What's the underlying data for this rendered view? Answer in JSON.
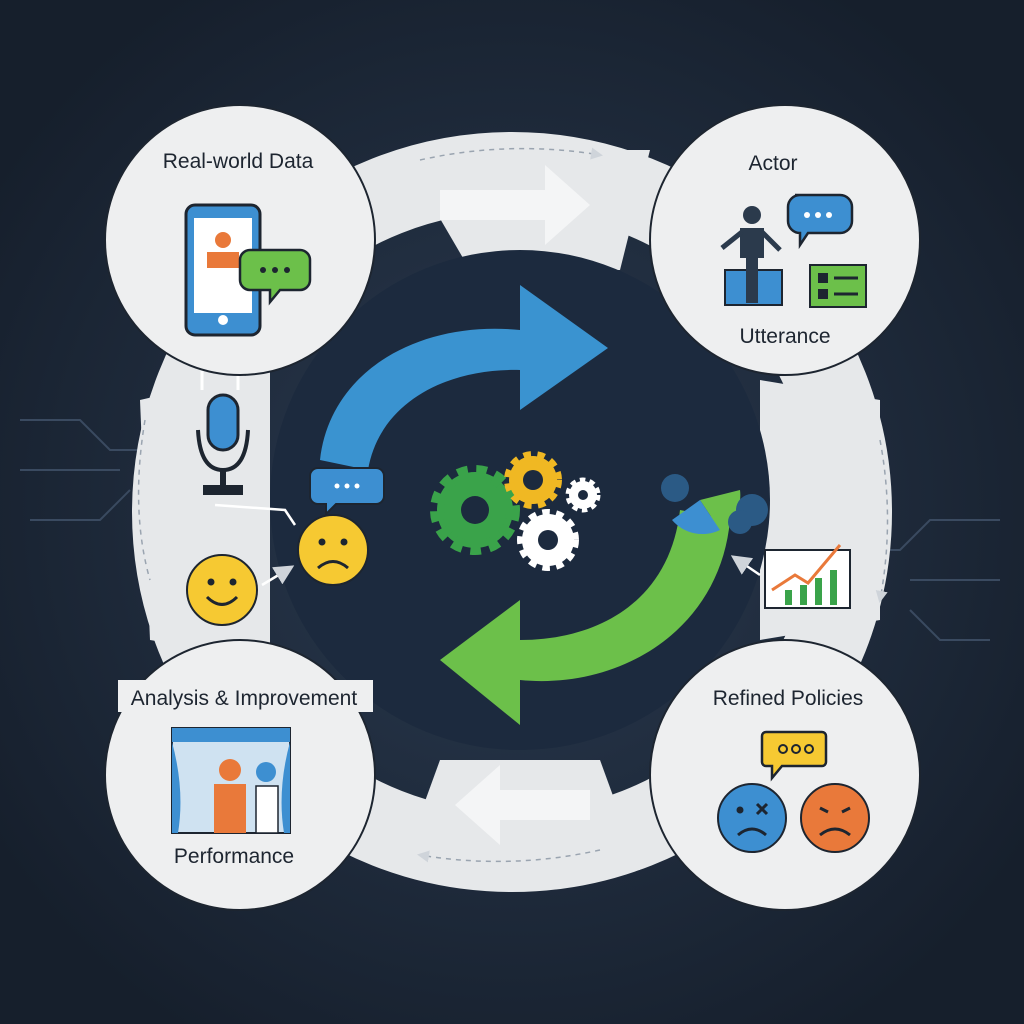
{
  "nodes": {
    "real_world_data": {
      "title": "Real-world Data"
    },
    "actor": {
      "title": "Actor",
      "subtitle": "Utterance"
    },
    "analysis": {
      "title": "Analysis & Improvement",
      "subtitle": "Performance"
    },
    "refined": {
      "title": "Refined Policies"
    }
  },
  "colors": {
    "background": "#1b2738",
    "ring": "#e6e8ea",
    "node_fill": "#eeeff0",
    "blue_arrow": "#3a93d0",
    "green_arrow": "#6cc04a",
    "gear_green": "#3aa34a",
    "gear_yellow": "#f0b823",
    "emoji_yellow": "#f6c932",
    "emoji_blue": "#3d8fd1",
    "emoji_orange": "#e9793a"
  }
}
